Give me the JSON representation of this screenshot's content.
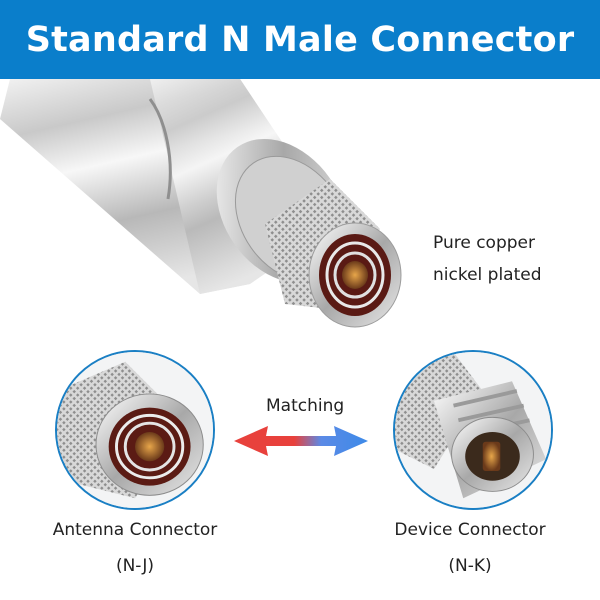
{
  "banner": {
    "title": "Standard N Male Connector",
    "background_color": "#0a7ecb",
    "text_color": "#ffffff"
  },
  "hero": {
    "image_alt": "Silver cylindrical antenna body ending in an N male connector with knurled coupling nut"
  },
  "material_caption": {
    "line1": "Pure copper",
    "line2": "nickel plated"
  },
  "comparison": {
    "matching_label": "Matching",
    "arrow_colors": {
      "left": "#e8413c",
      "right": "#3d8ae8"
    },
    "circle_border_color": "#1a7fc4",
    "left": {
      "icon": "n-male-connector-closeup",
      "name": "Antenna Connector",
      "type": "(N-J)"
    },
    "right": {
      "icon": "n-female-connector-closeup",
      "name": "Device Connector",
      "type": "(N-K)"
    }
  }
}
